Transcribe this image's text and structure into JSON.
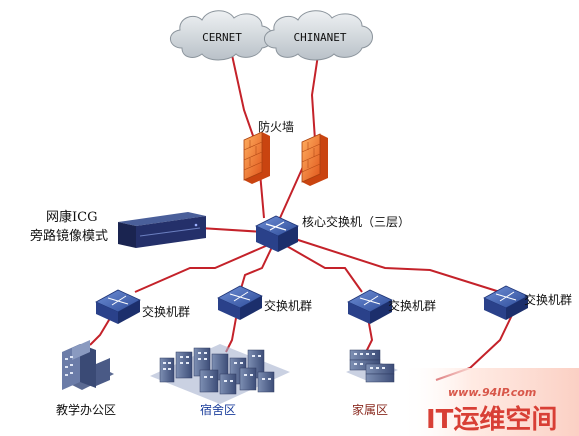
{
  "clouds": {
    "left": "CERNET",
    "right": "CHINANET"
  },
  "firewall_label": "防火墙",
  "core_switch_label": "核心交换机（三层）",
  "icg_label": [
    "网康ICG",
    "旁路镜像模式"
  ],
  "switch_group_label": "交换机群",
  "areas": {
    "teaching": "教学办公区",
    "dorm": "宿舍区",
    "family": "家属区"
  },
  "watermark": {
    "url": "www.94IP.com",
    "title": "IT运维空间"
  },
  "colors": {
    "link": "#c4222a",
    "area_blue": "#1c3f9c",
    "area_brown": "#8a2b20",
    "switch": "#2f4f9e"
  }
}
